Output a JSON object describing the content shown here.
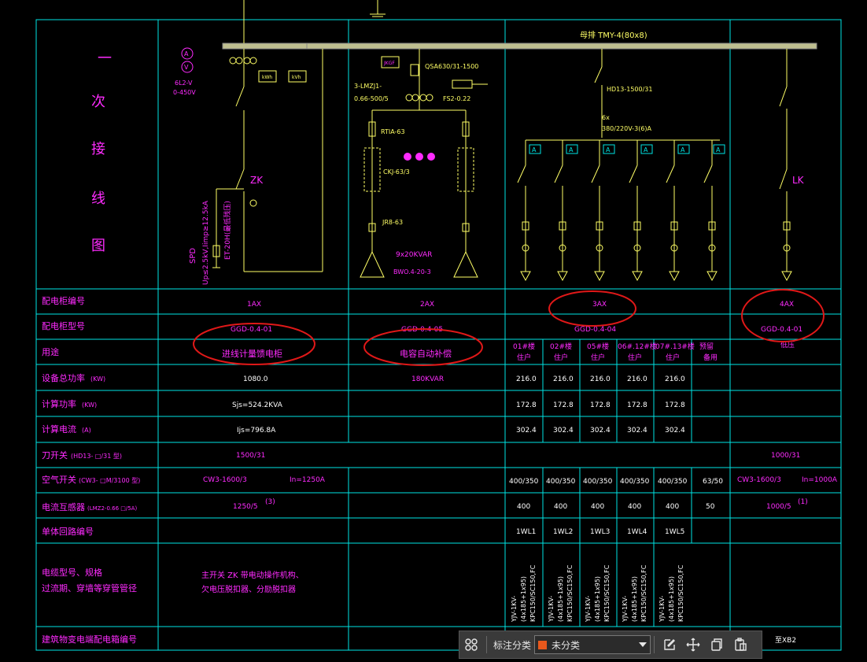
{
  "title": {
    "chars": [
      "一",
      "次",
      "接",
      "线",
      "图"
    ]
  },
  "busbar_label": "母排 TMY-4(80x8)",
  "top_meter_labels": [
    "6L2-V",
    "0-450V"
  ],
  "meter_symbols": [
    "A",
    "V"
  ],
  "kwh_labels": [
    "kWh",
    "kVh"
  ],
  "col1": {
    "zk": "ZK",
    "spd1": "SPD",
    "spd2": "Up≤2.5kV,Iimp≥12.5kA",
    "spd3": "ET-20H(最低残压)"
  },
  "col2": {
    "jkg": "JKGF",
    "qs": "QSA630/31-1500",
    "ct": "3-LMZJ1-",
    "ct2": "0.66-500/5",
    "fs": "FS2-0.22",
    "rt": "RTIA-63",
    "ckj": "CKJ-63/3",
    "jr": "JR8-63",
    "cap": "9x20KVAR",
    "bw": "BWO.4-20-3"
  },
  "col3": {
    "hd": "HD13-1500/31",
    "cable1": "6x",
    "cable2": "380/220V-3(6)A"
  },
  "col4": {
    "lk": "LK"
  },
  "rows": {
    "cabinet_no": {
      "label": "配电柜编号",
      "values": [
        "1AX",
        "2AX",
        "3AX",
        "4AX"
      ]
    },
    "cabinet_model": {
      "label": "配电柜型号",
      "values": [
        "GGD-0.4-01",
        "GGD-0.4-05",
        "GGD-0.4-04",
        "GGD-0.4-01"
      ]
    },
    "usage": {
      "label": "用途",
      "values": [
        "进线计量馈电柜",
        "电容自动补偿",
        "低压"
      ],
      "subs": [
        "01#楼 住户",
        "02#楼 住户",
        "05#楼 住户",
        "06#.12#楼 住户",
        "07#.13#楼 住户",
        "预留 备用"
      ]
    },
    "total_power": {
      "label": "设备总功率",
      "unit": "(KW)",
      "c1": "1080.0",
      "c2": "180KVAR",
      "subs": [
        "216.0",
        "216.0",
        "216.0",
        "216.0",
        "216.0"
      ]
    },
    "calc_power": {
      "label": "计算功率",
      "unit": "(KW)",
      "c1": "Sjs=524.2KVA",
      "subs": [
        "172.8",
        "172.8",
        "172.8",
        "172.8",
        "172.8"
      ]
    },
    "calc_current": {
      "label": "计算电流",
      "unit": "(A)",
      "c1": "Ijs=796.8A",
      "subs": [
        "302.4",
        "302.4",
        "302.4",
        "302.4",
        "302.4"
      ]
    },
    "knife_switch": {
      "label": "刀开关",
      "unit": "(HD13- □/31 型)",
      "c1": "1500/31",
      "c4": "1000/31"
    },
    "air_switch": {
      "label": "空气开关",
      "unit": "(CW3- □M/3100 型)",
      "c1a": "CW3-1600/3",
      "c1b": "In=1250A",
      "subs": [
        "400/350",
        "400/350",
        "400/350",
        "400/350",
        "400/350",
        "63/50"
      ],
      "c4a": "CW3-1600/3",
      "c4b": "In=1000A"
    },
    "ct_row": {
      "label": "电流互感器",
      "unit": "(LMZ2-0.66 □/5A)",
      "c1": "1250/5",
      "c1n": "(3)",
      "subs": [
        "400",
        "400",
        "400",
        "400",
        "400",
        "50"
      ],
      "c4": "1000/5",
      "c4n": "(1)"
    },
    "circuit_no": {
      "label": "单体回路编号",
      "subs": [
        "1WL1",
        "1WL2",
        "1WL3",
        "1WL4",
        "1WL5"
      ]
    },
    "cable": {
      "label1": "电缆型号、规格",
      "label2": "过流期、穿墙等穿管管径",
      "note1": "主开关 ZK 带电动操作机构、",
      "note2": "欠电压脱扣器、分励脱扣器",
      "vert1": "YJV-1KV-",
      "vert2": "(4x185+1x95)",
      "vert3": "KPC150/SC150,FC"
    },
    "building_no": {
      "label": "建筑物变电端配电箱编号",
      "c4": "至XB2"
    }
  },
  "toolbar": {
    "label": "标注分类",
    "selected": "未分类",
    "swatch_color": "#e8581c"
  },
  "colors": {
    "grid": "#00e5e5",
    "text": "#ff2bff",
    "wire": "#ffff66",
    "annotation": "#e01818",
    "background": "#000000"
  }
}
